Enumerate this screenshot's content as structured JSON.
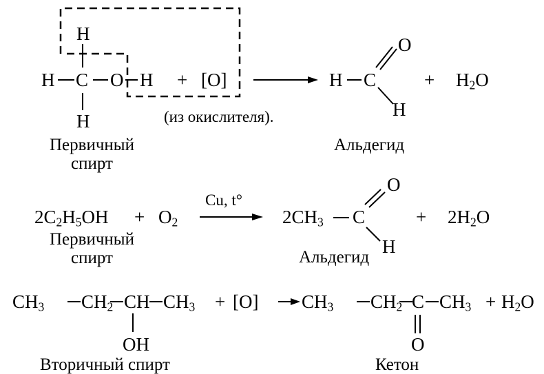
{
  "reaction1": {
    "lhs": {
      "h_top": "H",
      "h_left": "H",
      "c": "C",
      "o": "O",
      "h_right": "H",
      "h_bottom": "H",
      "plus": "+",
      "oxidant": "[O]",
      "oxidant_note": "(из окислителя)."
    },
    "rhs": {
      "h": "H",
      "c": "C",
      "o": "O",
      "h_lower": "H",
      "plus": "+",
      "water": "H2O"
    },
    "labels": {
      "lhs_line1": "Первичный",
      "lhs_line2": "спирт",
      "rhs": "Альдегид"
    }
  },
  "reaction2": {
    "coef_left": "2",
    "ethanol": [
      "C",
      "2",
      "H",
      "5",
      "OH"
    ],
    "plus1": "+",
    "oxygen": [
      "O",
      "2"
    ],
    "condition": "Cu, t°",
    "product_prefix": [
      "2CH",
      "3"
    ],
    "c": "C",
    "o": "O",
    "h": "H",
    "plus2": "+",
    "water": [
      "2H",
      "2",
      "O"
    ],
    "labels": {
      "lhs_line1": "Первичный",
      "lhs_line2": "спирт",
      "rhs": "Альдегид"
    }
  },
  "reaction3": {
    "lhs": {
      "ch3_a": [
        "CH",
        "3"
      ],
      "ch2": [
        "CH",
        "2"
      ],
      "ch": "CH",
      "ch3_b": [
        "CH",
        "3"
      ],
      "plus": "+",
      "oxidant": "[O]",
      "oh": "OH"
    },
    "rhs": {
      "ch3_a": [
        "CH",
        "3"
      ],
      "ch2": [
        "CH",
        "2"
      ],
      "c": "C",
      "ch3_b": [
        "CH",
        "3"
      ],
      "plus": "+",
      "water": [
        "H",
        "2",
        "O"
      ],
      "o": "O"
    },
    "labels": {
      "lhs": "Вторичный спирт",
      "rhs": "Кетон"
    }
  }
}
